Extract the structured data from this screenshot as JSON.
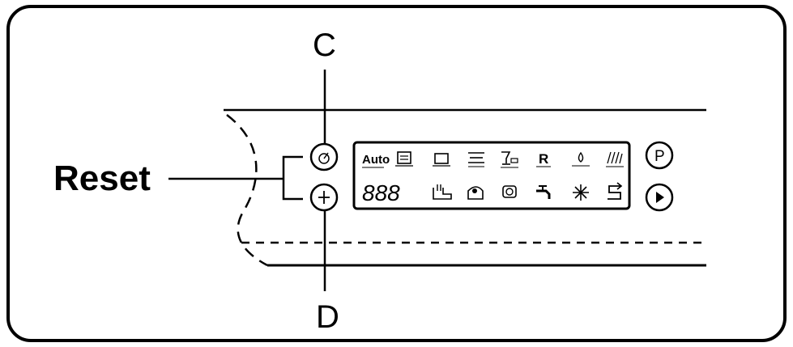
{
  "labels": {
    "c": "C",
    "d": "D",
    "reset": "Reset"
  },
  "panel": {
    "buttons_left": [
      {
        "icon": "power-timer-icon"
      },
      {
        "icon": "plus-icon"
      }
    ],
    "buttons_right": [
      {
        "icon": "p-program-icon",
        "text": "P"
      },
      {
        "icon": "play-icon"
      }
    ],
    "display": {
      "auto_label": "Auto",
      "digits": "888",
      "top_icons": [
        "auto-program-icon",
        "intensive-pot-icon",
        "normal-dish-icon",
        "eco-dish-icon",
        "glass-icon",
        "rinse-icon",
        "rinse-aid-icon",
        "half-load-icon"
      ],
      "bottom_icons": [
        "delicate-icon",
        "pot-pan-icon",
        "tablet-icon",
        "water-tap-icon",
        "salt-star-icon",
        "loop-arrow-icon"
      ]
    }
  }
}
